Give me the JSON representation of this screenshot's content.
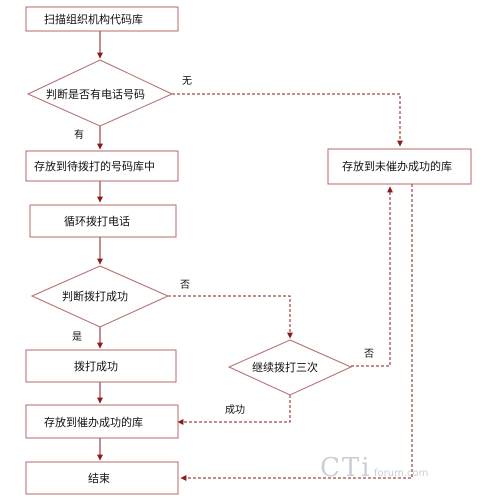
{
  "nodes": {
    "scan": "扫描组织机构代码库",
    "has_phone": "判断是否有电话号码",
    "store_pending": "存放到待拨打的号码库中",
    "loop_dial": "循环拨打电话",
    "dial_ok": "判断拨打成功",
    "dial_success": "拨打成功",
    "retry": "继续拨打三次",
    "store_urged": "存放到催办成功的库",
    "store_not_urged": "存放到未催办成功的库",
    "end": "结束"
  },
  "edge_labels": {
    "none": "无",
    "has": "有",
    "no1": "否",
    "yes": "是",
    "no2": "否",
    "success": "成功"
  },
  "watermark": {
    "big": "CTi",
    "small": "forum.com"
  },
  "colors": {
    "box_stroke": "#b46b6b",
    "arrow": "#8b1a1a",
    "box_fill": "#ffffff"
  }
}
